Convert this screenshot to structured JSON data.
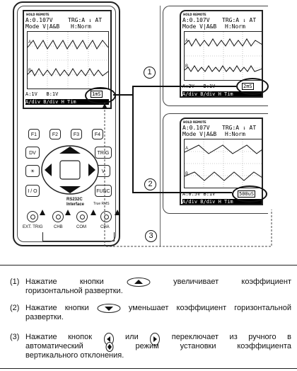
{
  "meter": {
    "screen": {
      "status_line": "HOLD REMOTE",
      "line1": "A:0.107V",
      "line1_right": "TRG:A ⇂ AT",
      "line2": "Mode V|A&B",
      "line2_right": "H:Norm",
      "trace_a": "A",
      "trace_b": "B",
      "menu_values": "A:1V   B:1V ",
      "timebase": "1mS",
      "menu_bar": "A/div B/div H Tim"
    },
    "buttons": {
      "f1": "F1",
      "f2": "F2",
      "f3": "F3",
      "f4": "F4",
      "dv": "DV",
      "trig": "TRIG",
      "light": "☀",
      "vol": "V",
      "io": "I / O",
      "func": "FUNC",
      "rs232": "RS232C",
      "interface": "Interface",
      "trms": "True RMS"
    },
    "jacks": {
      "ext_trig": "EXT. TRIG",
      "chb": "CHB",
      "com": "COM",
      "cha": "CHA"
    }
  },
  "screen_top": {
    "status_line": "HOLD REMOTE",
    "line1": "A:0.107V",
    "line1_right": "TRG:A ⇂ AT",
    "line2": "Mode V|A&B",
    "line2_right": "H:Norm",
    "trace_a": "A",
    "trace_b": "B",
    "menu_values": "A:2V   B:1V ",
    "timebase": "2mS",
    "menu_bar": "A/div B/div H Tim"
  },
  "screen_bottom": {
    "status_line": "HOLD REMOTE",
    "line1": "A:0.107V",
    "line1_right": "TRG:A ⇂ AT",
    "line2": "Mode V|A&B",
    "line2_right": "H:Norm",
    "trace_a": "A",
    "trace_b": "B",
    "menu_values": "A:0.5V B:1V ",
    "timebase": "500uS",
    "menu_bar": "A/div B/div H Tim"
  },
  "callouts": [
    "1",
    "2",
    "3"
  ],
  "instructions": [
    {
      "num": "(1)",
      "line1_words": [
        "Нажатие",
        "кнопки",
        "[up]",
        "увеличивает",
        "коэффициент"
      ],
      "line2": "горизонтальной развертки."
    },
    {
      "num": "(2)",
      "line1_words": [
        "Нажатие",
        "кнопки",
        "[down]",
        "уменьшает",
        "коэффициент",
        "горизонтальной"
      ],
      "line2": "развертки."
    },
    {
      "num": "(3)",
      "line1_words": [
        "Нажатие",
        "кнопок",
        "[left]",
        "или",
        "[right]",
        "переключает",
        "из",
        "ручного",
        "в"
      ],
      "line2_words": [
        "автоматический",
        "[auto]",
        "режим",
        "установки",
        "коэффициента"
      ],
      "line3": "вертикального отклонения."
    }
  ]
}
